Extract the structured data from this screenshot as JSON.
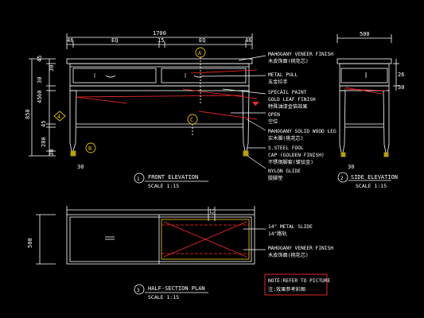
{
  "front_elevation": {
    "dims": {
      "overall": "1700",
      "left_edge": "46",
      "right_edge": "46",
      "eq_left": "EQ",
      "eq_right": "EQ",
      "center": "15",
      "h_45": "45",
      "h_30": "30",
      "h_60": "60",
      "h_30b": "30",
      "h_45b": "45",
      "h_850": "850",
      "h_280": "280",
      "h_45c": "45",
      "h_30c": "30",
      "h_30d": "30"
    },
    "title": "FRONT ELEVATION",
    "scale": "SCALE 1:15",
    "section_a": "A",
    "section_b": "B",
    "section_c": "C",
    "callout_4": "4",
    "bottom_dim": "30"
  },
  "side_elevation": {
    "dims": {
      "width": "500",
      "right_26": "26",
      "right_30": "30",
      "bottom_30": "30"
    },
    "number": "2",
    "title": "SIDE ELEVATION",
    "scale": "SCALE 1:15"
  },
  "half_section_plan": {
    "dims": {
      "depth": "500",
      "top_12": "12"
    },
    "number": "3",
    "title": "HALF-SECTION PLAN",
    "scale": "SCALE 1:15"
  },
  "annotations": {
    "veneer_en": "MAHOGANY VENEER FINISH",
    "veneer_cn": "木皮饰面(桃花芯)",
    "pull_en": "METAL PULL",
    "pull_cn": "五金拉手",
    "paint_en1": "SPECAIL PAINT",
    "paint_en2": "GOLD LEAF FINISH",
    "paint_cn": "特殊油漆金箔效果",
    "open_en": "OPEN",
    "open_cn": "空位",
    "leg_en": "MAHOGANY SOLID WOOD LEG",
    "leg_cn": "实木脚(桃花芯)",
    "fool_en1": "S.STEEL FOOL",
    "fool_en2": "CAP (GOLDEN FINISH)",
    "fool_cn": "不锈钢脚套(镀钛金)",
    "glide_en": "NYLON GLIDE",
    "glide_cn": "胶脚垫",
    "slide_en": "14\" METAL SLIDE",
    "slide_cn": "14\"路轨",
    "veneer2_en": "MAHOGANY VENEER FINISH",
    "veneer2_cn": "木皮饰面(桃花芯)",
    "note_en": "NOTE:REFER TO PICTURE",
    "note_cn": "注:效果参考彩图"
  },
  "colors": {
    "line": "#ffffff",
    "dim": "#ffffff",
    "accent_red": "#ff2a2a",
    "accent_yellow": "#f2d21a",
    "callout_yellow": "#e8c000"
  }
}
